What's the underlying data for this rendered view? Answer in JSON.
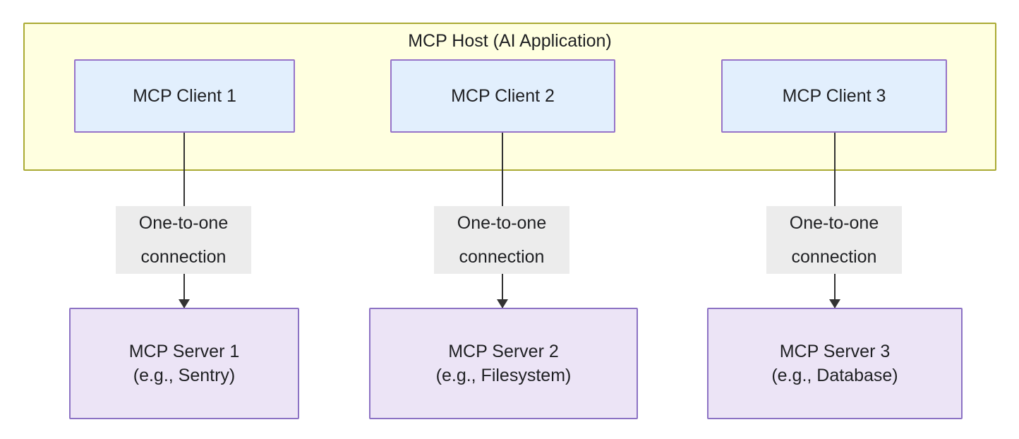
{
  "diagram": {
    "title": "MCP Host (AI Application)",
    "host": {
      "label": "MCP Host (AI Application)",
      "fill_color": "#ffffe0",
      "border_color": "#aaaa33"
    },
    "clients": [
      {
        "label": "MCP Client 1",
        "fill_color": "#e2effd",
        "border_color": "#9673c9"
      },
      {
        "label": "MCP Client 2",
        "fill_color": "#e2effd",
        "border_color": "#9673c9"
      },
      {
        "label": "MCP Client 3",
        "fill_color": "#e2effd",
        "border_color": "#9673c9"
      }
    ],
    "servers": [
      {
        "label": "MCP Server 1\n(e.g., Sentry)",
        "fill_color": "#ece4f6",
        "border_color": "#8c72c4"
      },
      {
        "label": "MCP Server 2\n(e.g., Filesystem)",
        "fill_color": "#ece4f6",
        "border_color": "#8c72c4"
      },
      {
        "label": "MCP Server 3\n(e.g., Database)",
        "fill_color": "#ece4f6",
        "border_color": "#8c72c4"
      }
    ],
    "edges": [
      {
        "label": "One-to-one\nconnection",
        "from": "MCP Client 1",
        "to": "MCP Server 1",
        "label_bg": "#ececec",
        "line_color": "#333333"
      },
      {
        "label": "One-to-one\nconnection",
        "from": "MCP Client 2",
        "to": "MCP Server 2",
        "label_bg": "#ececec",
        "line_color": "#333333"
      },
      {
        "label": "One-to-one\nconnection",
        "from": "MCP Client 3",
        "to": "MCP Server 3",
        "label_bg": "#ececec",
        "line_color": "#333333"
      }
    ]
  }
}
